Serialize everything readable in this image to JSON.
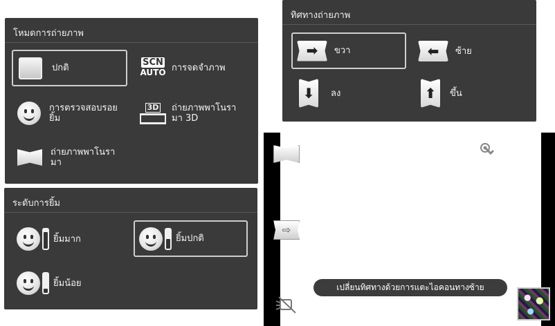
{
  "mode_panel": {
    "title": "โหมดการถ่ายภาพ",
    "items": [
      {
        "label": "ปกติ",
        "icon": "normal-mode-icon",
        "selected": true
      },
      {
        "label": "การจดจำภาพ",
        "icon": "scn-auto-icon",
        "badge_top": "SCN",
        "badge_bottom": "AUTO"
      },
      {
        "label": "การตรวจสอบรอยยิ้ม",
        "icon": "smile-face-icon"
      },
      {
        "label": "ถ่ายภาพพาโนรามา 3D",
        "icon": "panorama-3d-icon",
        "badge": "3D"
      },
      {
        "label": "ถ่ายภาพพาโนรามา",
        "icon": "panorama-icon"
      }
    ]
  },
  "smile_panel": {
    "title": "ระดับการยิ้ม",
    "items": [
      {
        "label": "ยิ้มมาก",
        "icon": "smile-big-icon",
        "level": 0.85
      },
      {
        "label": "ยิ้มปกติ",
        "icon": "smile-normal-icon",
        "level": 0.5,
        "selected": true
      },
      {
        "label": "ยิ้มน้อย",
        "icon": "smile-small-icon",
        "level": 0.2
      }
    ]
  },
  "direction_panel": {
    "title": "ทิศทางถ่ายภาพ",
    "items": [
      {
        "label": "ขวา",
        "icon": "arrow-right-icon",
        "glyph": "➡",
        "selected": true
      },
      {
        "label": "ซ้าย",
        "icon": "arrow-left-icon",
        "glyph": "⬅"
      },
      {
        "label": "ลง",
        "icon": "arrow-down-icon",
        "glyph": "⬇"
      },
      {
        "label": "ขึ้น",
        "icon": "arrow-up-icon",
        "glyph": "⬆"
      }
    ]
  },
  "viewfinder": {
    "toast": "เปลี่ยนทิศทางด้วยการแตะไอคอนทางซ้าย",
    "sidebar_icons": [
      "panorama-mode-icon",
      "direction-right-icon",
      "flash-off-icon"
    ],
    "top_icon": "touch-icon",
    "thumbnail": "last-photo-thumbnail"
  }
}
